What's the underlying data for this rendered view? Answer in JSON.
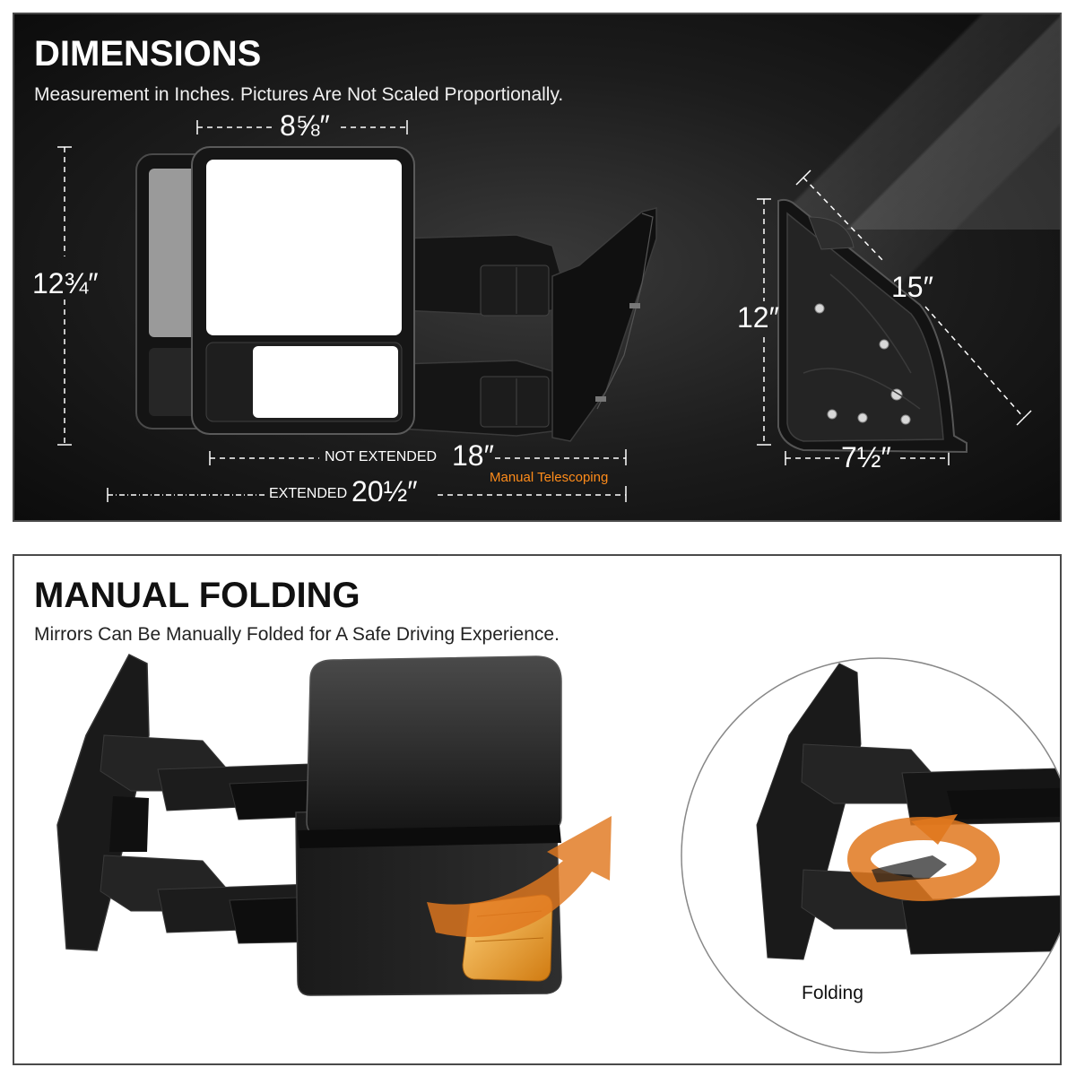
{
  "dimensions": {
    "title": "DIMENSIONS",
    "subtitle": "Measurement in Inches. Pictures Are Not Scaled Proportionally.",
    "width": "8⅝″",
    "height": "12¾″",
    "not_extended_label": "NOT EXTENDED",
    "not_extended_value": "18″",
    "extended_label": "EXTENDED",
    "extended_value": "20½″",
    "telescoping_note": "Manual Telescoping",
    "side_height": "12″",
    "side_diagonal": "15″",
    "side_depth": "7½″"
  },
  "folding": {
    "title": "MANUAL FOLDING",
    "subtitle": "Mirrors Can Be Manually Folded for A Safe Driving Experience.",
    "detail_label": "Folding"
  },
  "colors": {
    "accent_orange": "#ff8c1a",
    "arrow_orange": "#e0781e",
    "signal_amber": "#f0a030"
  }
}
